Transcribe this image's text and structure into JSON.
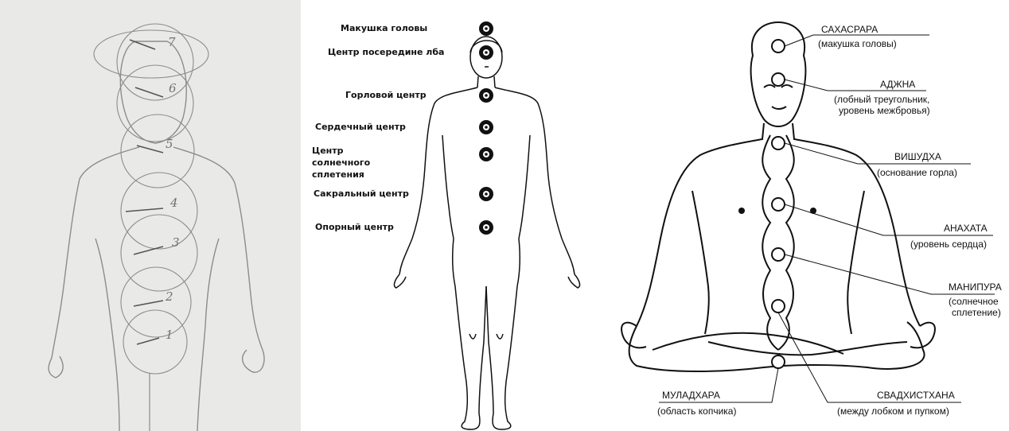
{
  "sketch": {
    "numbers": [
      "7",
      "6",
      "5",
      "4",
      "3",
      "2",
      "1"
    ]
  },
  "figure": {
    "labels": {
      "crown": "Макушка головы",
      "brow": "Центр посередине лба",
      "throat": "Горловой центр",
      "heart": "Сердечный центр",
      "solar": "Центр солнечного сплетения",
      "sacral": "Сакральный центр",
      "root": "Опорный центр"
    }
  },
  "lotus": {
    "chakras": [
      {
        "name": "САХАСРАРА",
        "desc": "(макушка головы)"
      },
      {
        "name": "АДЖНА",
        "desc1": "(лобный треугольник,",
        "desc2": "уровень межбровья)"
      },
      {
        "name": "ВИШУДХА",
        "desc": "(основание горла)"
      },
      {
        "name": "АНАХАТА",
        "desc": "(уровень сердца)"
      },
      {
        "name": "МАНИПУРА",
        "desc1": "(солнечное",
        "desc2": "сплетение)"
      },
      {
        "name": "МУЛАДХАРА",
        "desc": "(область копчика)"
      },
      {
        "name": "СВАДХИСТХАНА",
        "desc": "(между лобком и пупком)"
      }
    ]
  }
}
